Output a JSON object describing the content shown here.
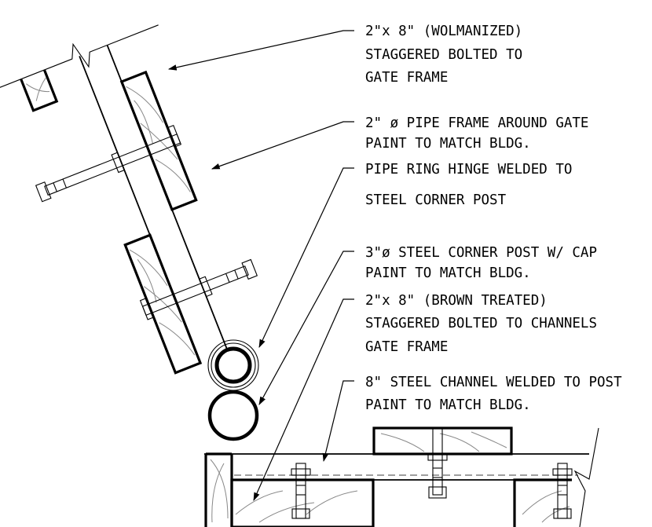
{
  "labels": {
    "wolmanized": {
      "line1": "2\"x 8\" (WOLMANIZED)",
      "line2": "STAGGERED BOLTED TO",
      "line3": "GATE FRAME"
    },
    "pipe_frame": {
      "line1": "2\" ø PIPE FRAME AROUND GATE",
      "line2": "PAINT TO MATCH BLDG."
    },
    "hinge": {
      "line1": "PIPE RING HINGE WELDED TO",
      "line2": "STEEL CORNER POST"
    },
    "corner_post": {
      "line1": "3\"ø STEEL CORNER POST W/ CAP",
      "line2": "PAINT TO MATCH BLDG."
    },
    "brown_treated": {
      "line1": "2\"x 8\" (BROWN TREATED)",
      "line2": "STAGGERED BOLTED TO CHANNELS",
      "line3": "GATE FRAME"
    },
    "channel": {
      "line1": "8\" STEEL CHANNEL WELDED TO POST",
      "line2": "PAINT TO MATCH BLDG."
    }
  }
}
